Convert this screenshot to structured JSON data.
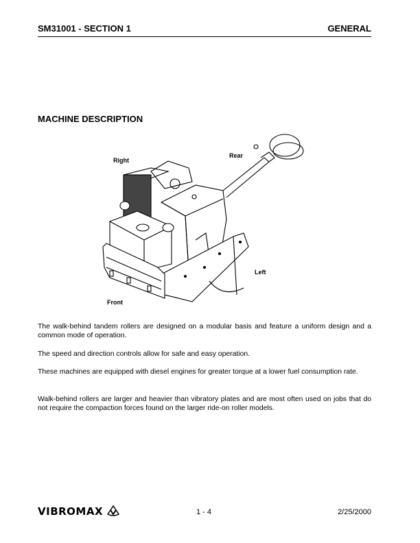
{
  "header": {
    "left": "SM31001 - SECTION 1",
    "right": "GENERAL"
  },
  "section_title": "MACHINE DESCRIPTION",
  "figure": {
    "labels": {
      "right": "Right",
      "rear": "Rear",
      "left": "Left",
      "front": "Front"
    }
  },
  "paragraphs": [
    "The walk-behind tandem rollers are designed on a modular basis and feature a uniform design and a common mode of operation.",
    "The speed and direction controls allow for safe and easy operation.",
    "These machines are equipped with diesel engines for greater torque at a lower fuel consumption rate.",
    "Walk-behind rollers are larger and heavier than vibratory plates and are most often used on jobs that do not require the compaction forces found on the larger ride-on roller models."
  ],
  "footer": {
    "logo": "VIBROMAX",
    "page": "1 - 4",
    "date": "2/25/2000"
  }
}
